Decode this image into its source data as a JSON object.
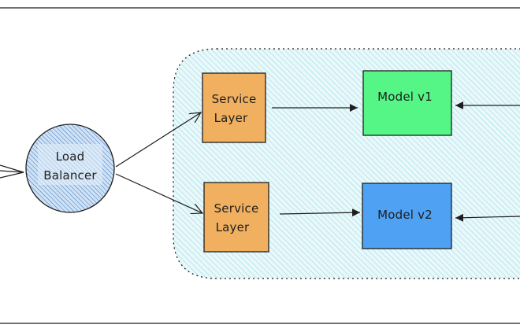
{
  "diagram": {
    "load_balancer": {
      "line1": "Load",
      "line2": "Balancer"
    },
    "service_layer_top": {
      "line1": "Service",
      "line2": "Layer"
    },
    "service_layer_bottom": {
      "line1": "Service",
      "line2": "Layer"
    },
    "model_v1": {
      "label": "Model v1"
    },
    "model_v2": {
      "label": "Model v2"
    }
  },
  "colors": {
    "load_balancer_fill": "#a5c8ec",
    "load_balancer_hatch": "#3d74b8",
    "service_layer_fill": "#f0b060",
    "model_v1_fill": "#55f586",
    "model_v2_fill": "#4ea1f3",
    "cluster_hatch": "#9adbe4",
    "stroke": "#1e1e1e"
  }
}
